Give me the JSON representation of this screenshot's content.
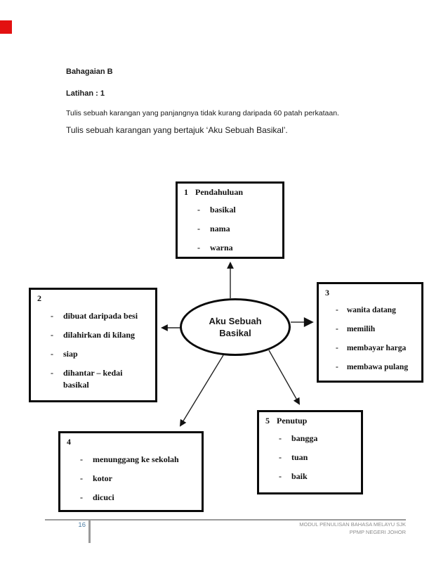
{
  "page_header": {
    "section": "Bahagaian B",
    "exercise": "Latihan : 1",
    "instruction_1": "Tulis sebuah karangan yang panjangnya tidak kurang daripada 60 patah perkataan.",
    "instruction_2": "Tulis sebuah karangan yang bertajuk ‘Aku Sebuah Basikal’."
  },
  "diagram": {
    "type": "mind-map",
    "bullet": "-",
    "center": {
      "label_line1": "Aku Sebuah",
      "label_line2": "Basikal"
    },
    "boxes": [
      {
        "number": "1",
        "title": "Pendahuluan",
        "items": [
          "basikal",
          "nama",
          "warna"
        ]
      },
      {
        "number": "2",
        "title": "",
        "items": [
          "dibuat daripada besi",
          "dilahirkan di kilang",
          "siap",
          "dihantar – kedai basikal"
        ]
      },
      {
        "number": "3",
        "title": "",
        "items": [
          "wanita datang",
          "memilih",
          "membayar harga",
          "membawa pulang"
        ]
      },
      {
        "number": "4",
        "title": "",
        "items": [
          "menunggang  ke sekolah",
          "kotor",
          "dicuci"
        ]
      },
      {
        "number": "5",
        "title": "Penutup",
        "items": [
          "bangga",
          "tuan",
          "baik"
        ]
      }
    ],
    "edges": [
      {
        "from": "center",
        "to": "box-1",
        "direction": "up"
      },
      {
        "from": "center",
        "to": "box-2",
        "direction": "left"
      },
      {
        "from": "center",
        "to": "box-3",
        "direction": "right"
      },
      {
        "from": "center",
        "to": "box-4",
        "direction": "down-left"
      },
      {
        "from": "center",
        "to": "box-5",
        "direction": "down-right"
      }
    ]
  },
  "footer": {
    "page_number": "16",
    "source_line1": "MODUL PENULISAN BAHASA MELAYU SJK",
    "source_line2": "PPMP NEGERI JOHOR"
  },
  "colors": {
    "page_background": "#ffffff",
    "text": "#1a1a1a",
    "box_border": "#0a0a0a",
    "footer_gray": "#8c8c8c",
    "page_number_blue": "#4d7ca3",
    "corner_mark_red": "#e31111"
  }
}
